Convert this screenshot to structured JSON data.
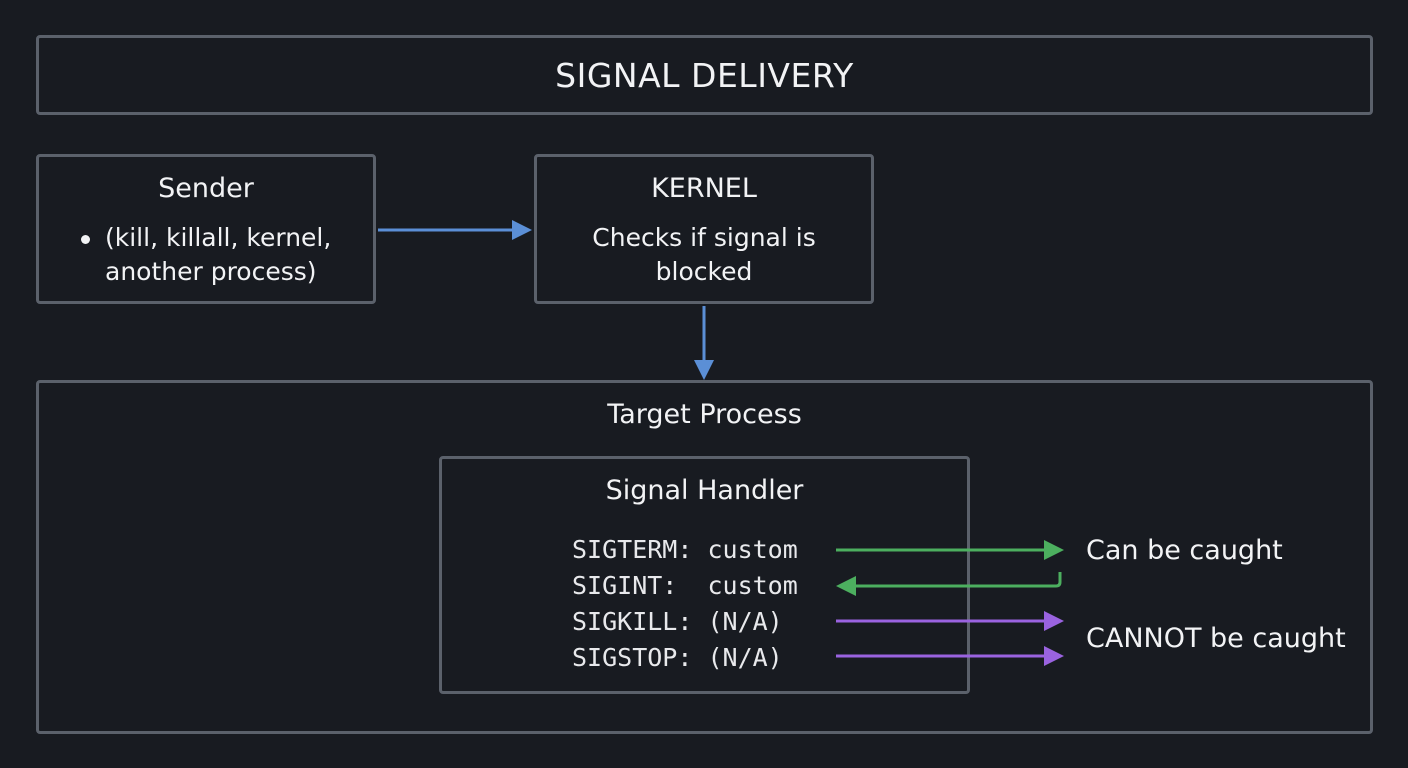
{
  "title": "SIGNAL DELIVERY",
  "sender": {
    "heading": "Sender",
    "items": [
      "(kill, killall, kernel, another process)"
    ]
  },
  "kernel": {
    "heading": "KERNEL",
    "description": "Checks if signal is blocked"
  },
  "target": {
    "heading": "Target Process",
    "handler": {
      "heading": "Signal Handler",
      "signals": [
        {
          "name": "SIGTERM:",
          "action": "custom",
          "line": "SIGTERM: custom"
        },
        {
          "name": "SIGINT:",
          "action": "custom",
          "line": "SIGINT:  custom"
        },
        {
          "name": "SIGKILL:",
          "action": "(N/A)",
          "line": "SIGKILL: (N/A)"
        },
        {
          "name": "SIGSTOP:",
          "action": "(N/A)",
          "line": "SIGSTOP: (N/A)"
        }
      ]
    }
  },
  "labels": {
    "can_be_caught": "Can be caught",
    "cannot_be_caught": "CANNOT be caught"
  },
  "colors": {
    "background": "#181b21",
    "border": "#5b616b",
    "text": "#f2f3f5",
    "flow_arrow": "#5b8fd6",
    "catchable_arrow": "#4caf5f",
    "uncatchable_arrow": "#9a63e0"
  }
}
